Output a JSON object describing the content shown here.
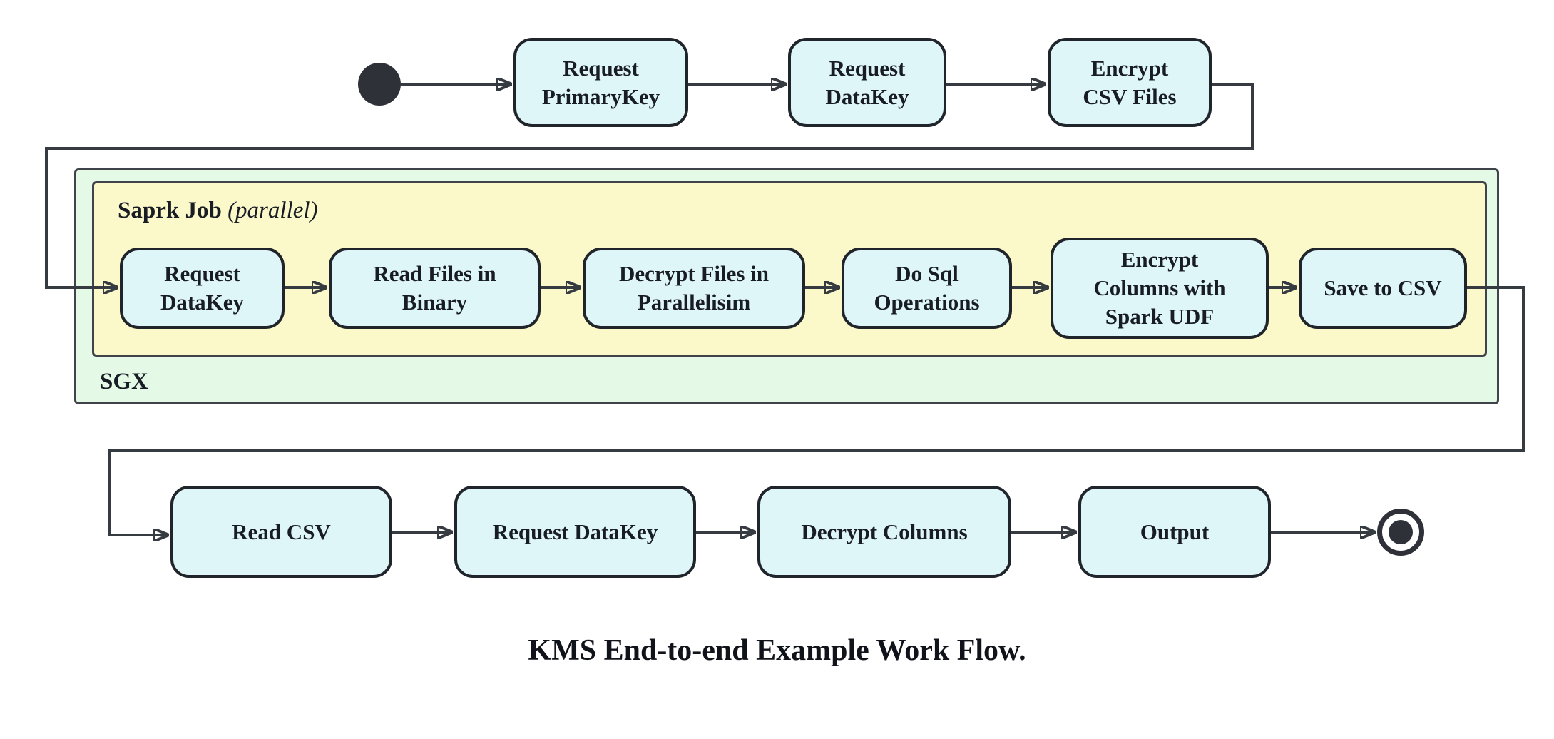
{
  "diagram": {
    "caption": "KMS End-to-end Example Work Flow.",
    "containers": {
      "sgx": {
        "label": "SGX"
      },
      "spark_job": {
        "label": "Saprk Job",
        "qualifier": "(parallel)"
      }
    },
    "nodes": {
      "top": [
        {
          "label": "Request\nPrimaryKey"
        },
        {
          "label": "Request\nDataKey"
        },
        {
          "label": "Encrypt\nCSV Files"
        }
      ],
      "spark": [
        {
          "label": "Request\nDataKey"
        },
        {
          "label": "Read Files in\nBinary"
        },
        {
          "label": "Decrypt Files in\nParallelisim"
        },
        {
          "label": "Do Sql\nOperations"
        },
        {
          "label": "Encrypt\nColumns with\nSpark UDF"
        },
        {
          "label": "Save to CSV"
        }
      ],
      "bottom": [
        {
          "label": "Read CSV"
        },
        {
          "label": "Request DataKey"
        },
        {
          "label": "Decrypt Columns"
        },
        {
          "label": "Output"
        }
      ]
    },
    "colors": {
      "node_fill": "#dff6f9",
      "node_border": "#20242b",
      "spark_container_fill": "#fbf8c9",
      "sgx_container_fill": "#e5f9e7",
      "container_border": "#40444a",
      "edge": "#363b41",
      "text": "#181c24"
    }
  }
}
